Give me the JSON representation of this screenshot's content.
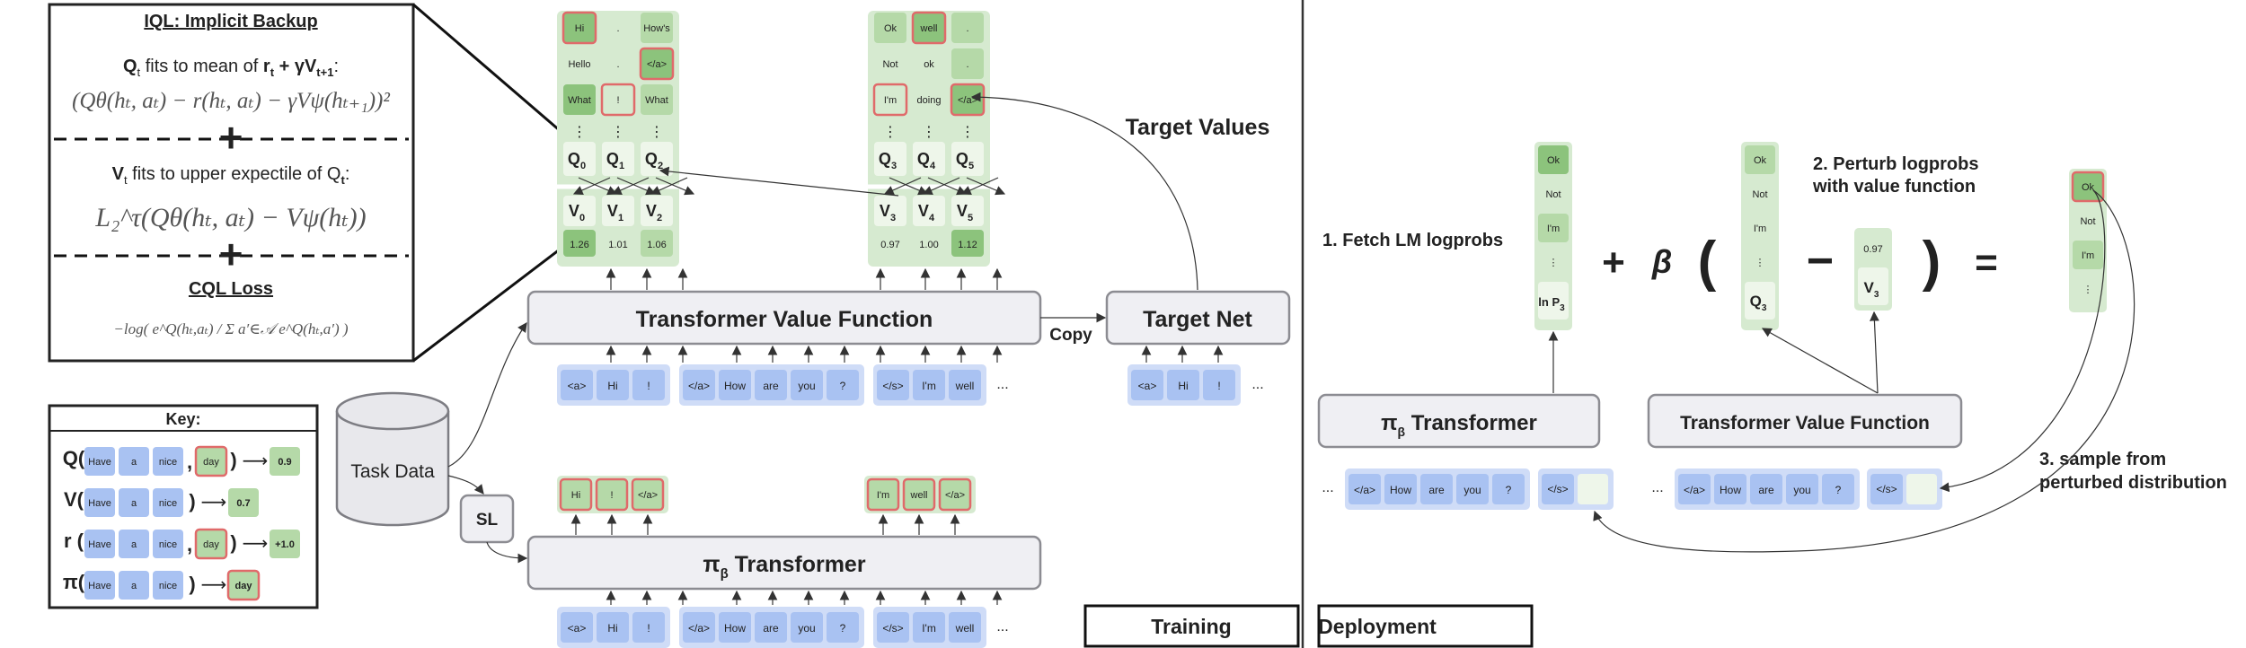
{
  "iql": {
    "title": "IQL: Implicit Backup",
    "q_label_pre": "Q",
    "q_label_sub": "t",
    "q_label_post": " fits to mean of ",
    "q_label_r": "r",
    "q_label_r_sub": "t",
    "q_label_gamma": " + γV",
    "q_label_gamma_sub": "t+1",
    "q_label_end": ":",
    "q_formula": "(Qθ(hₜ, aₜ) − r(hₜ, aₜ) − γVψ(hₜ₊₁))²",
    "v_label_pre": "V",
    "v_label_sub": "t",
    "v_label_post": " fits to upper expectile of Q",
    "v_label_sub2": "t",
    "v_label_end": ":",
    "v_formula": "L₂^τ(Qθ(hₜ, aₜ) − Vψ(hₜ))",
    "cql_title": "CQL Loss",
    "cql_formula": "−log( e^Q(hₜ,aₜ) / Σ a′∈𝒜 e^Q(hₜ,a′) )",
    "plus": "+"
  },
  "key": {
    "title": "Key:",
    "rows": [
      {
        "fn": "Q(",
        "tokens": [
          "Have",
          "a",
          "nice"
        ],
        "sep": ",",
        "action": "day",
        "close": ")",
        "arrow": "⟶",
        "out": "0.9"
      },
      {
        "fn": "V(",
        "tokens": [
          "Have",
          "a",
          "nice"
        ],
        "sep": "",
        "action": "",
        "close": ")",
        "arrow": "⟶",
        "out": "0.7"
      },
      {
        "fn": "r (",
        "tokens": [
          "Have",
          "a",
          "nice"
        ],
        "sep": ",",
        "action": "day",
        "close": ")",
        "arrow": "⟶",
        "out": "+1.0"
      },
      {
        "fn": "π(",
        "tokens": [
          "Have",
          "a",
          "nice"
        ],
        "sep": "",
        "action": "",
        "close": ")",
        "arrow": "⟶",
        "out": "day"
      }
    ]
  },
  "training": {
    "task_data": "Task Data",
    "sl": "SL",
    "value_fn": "Transformer Value Function",
    "target_net": "Target Net",
    "copy": "Copy",
    "target_values": "Target Values",
    "pi_label": "π",
    "pi_sub": "β",
    "pi_rest": " Transformer",
    "section_label": "Training",
    "q_grid_1": [
      [
        "Hi",
        ".",
        "How's"
      ],
      [
        "Hello",
        ".",
        "</a>"
      ],
      [
        "What",
        "!",
        "What"
      ]
    ],
    "q_grid_2": [
      [
        "Ok",
        "well",
        "."
      ],
      [
        "Not",
        "ok",
        "."
      ],
      [
        "I'm",
        "doing",
        "</a>"
      ]
    ],
    "q_heads_1": [
      "Q",
      "Q",
      "Q"
    ],
    "q_subs_1": [
      "0",
      "1",
      "2"
    ],
    "q_heads_2": [
      "Q",
      "Q",
      "Q"
    ],
    "q_subs_2": [
      "3",
      "4",
      "5"
    ],
    "v_heads_1": [
      "V",
      "V",
      "V"
    ],
    "v_subs_1": [
      "0",
      "1",
      "2"
    ],
    "v_heads_2": [
      "V",
      "V",
      "V"
    ],
    "v_subs_2": [
      "3",
      "4",
      "5"
    ],
    "v_vals_1": [
      "1.26",
      "1.01",
      "1.06"
    ],
    "v_vals_2": [
      "0.97",
      "1.00",
      "1.12"
    ],
    "dots": "⋮",
    "seq_a": [
      "<a>",
      "Hi",
      "!"
    ],
    "seq_b": [
      "</a>",
      "How",
      "are",
      "you",
      "?"
    ],
    "seq_c": [
      "</s>",
      "I'm",
      "well"
    ],
    "ellipsis": "...",
    "tn_seq": [
      "<a>",
      "Hi",
      "!"
    ],
    "pi_out_1": [
      "Hi",
      "!",
      "</a>"
    ],
    "pi_out_2": [
      "I'm",
      "well",
      "</a>"
    ]
  },
  "deployment": {
    "section_label": "Deployment",
    "step1": "1. Fetch LM logprobs",
    "step2_line1": "2. Perturb logprobs",
    "step2_line2": "with value function",
    "step3_line1": "3. sample from",
    "step3_line2": "perturbed distribution",
    "pi_label": "π",
    "pi_sub": "β",
    "pi_rest": " Transformer",
    "value_fn": "Transformer Value Function",
    "col_lm": [
      "Ok",
      "Not",
      "I'm",
      "⋮"
    ],
    "lm_foot": "ln P",
    "lm_foot_sub": "3",
    "col_q": [
      "Ok",
      "Not",
      "I'm",
      "⋮"
    ],
    "q_foot": "Q",
    "q_foot_sub": "3",
    "v_val": "0.97",
    "v_foot": "V",
    "v_foot_sub": "3",
    "col_out": [
      "Ok",
      "Not",
      "I'm",
      "⋮"
    ],
    "plus": "+",
    "beta": "β",
    "lparen": "(",
    "minus": "−",
    "rparen": ")",
    "equals": "=",
    "seq_left": [
      "</a>",
      "How",
      "are",
      "you",
      "?"
    ],
    "seq_right": [
      "</a>",
      "How",
      "are",
      "you",
      "?"
    ],
    "end_tok": "</s>",
    "ellipsis": "..."
  }
}
